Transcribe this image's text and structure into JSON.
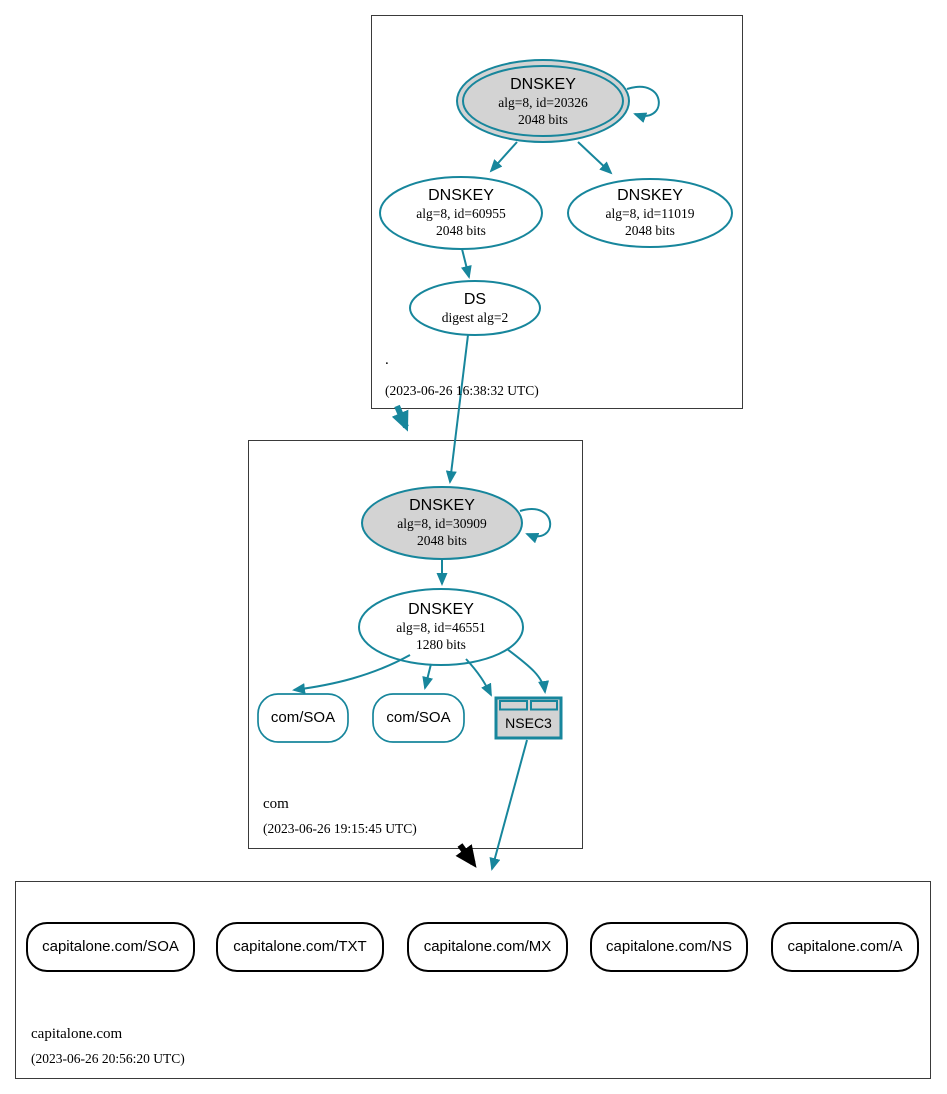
{
  "colors": {
    "secure_teal": "#17869c",
    "insecure_black": "#000000",
    "ksk_fill_gray": "#d3d3d3",
    "zone_box_border": "#3a3a3a"
  },
  "zones": {
    "root": {
      "label": ".",
      "timestamp": "(2023-06-26 16:38:32 UTC)",
      "nodes": {
        "ksk": {
          "title": "DNSKEY",
          "detail1": "alg=8, id=20326",
          "detail2": "2048 bits"
        },
        "zsk": {
          "title": "DNSKEY",
          "detail1": "alg=8, id=60955",
          "detail2": "2048 bits"
        },
        "dnskey_11019": {
          "title": "DNSKEY",
          "detail1": "alg=8, id=11019",
          "detail2": "2048 bits"
        },
        "ds": {
          "title": "DS",
          "detail1": "digest alg=2"
        }
      }
    },
    "com": {
      "label": "com",
      "timestamp": "(2023-06-26 19:15:45 UTC)",
      "nodes": {
        "ksk": {
          "title": "DNSKEY",
          "detail1": "alg=8, id=30909",
          "detail2": "2048 bits"
        },
        "zsk": {
          "title": "DNSKEY",
          "detail1": "alg=8, id=46551",
          "detail2": "1280 bits"
        },
        "soa1": {
          "label": "com/SOA"
        },
        "soa2": {
          "label": "com/SOA"
        },
        "nsec3": {
          "label": "NSEC3"
        }
      }
    },
    "capitalone": {
      "label": "capitalone.com",
      "timestamp": "(2023-06-26 20:56:20 UTC)",
      "nodes": {
        "soa": {
          "label": "capitalone.com/SOA"
        },
        "txt": {
          "label": "capitalone.com/TXT"
        },
        "mx": {
          "label": "capitalone.com/MX"
        },
        "ns": {
          "label": "capitalone.com/NS"
        },
        "a": {
          "label": "capitalone.com/A"
        }
      }
    }
  }
}
